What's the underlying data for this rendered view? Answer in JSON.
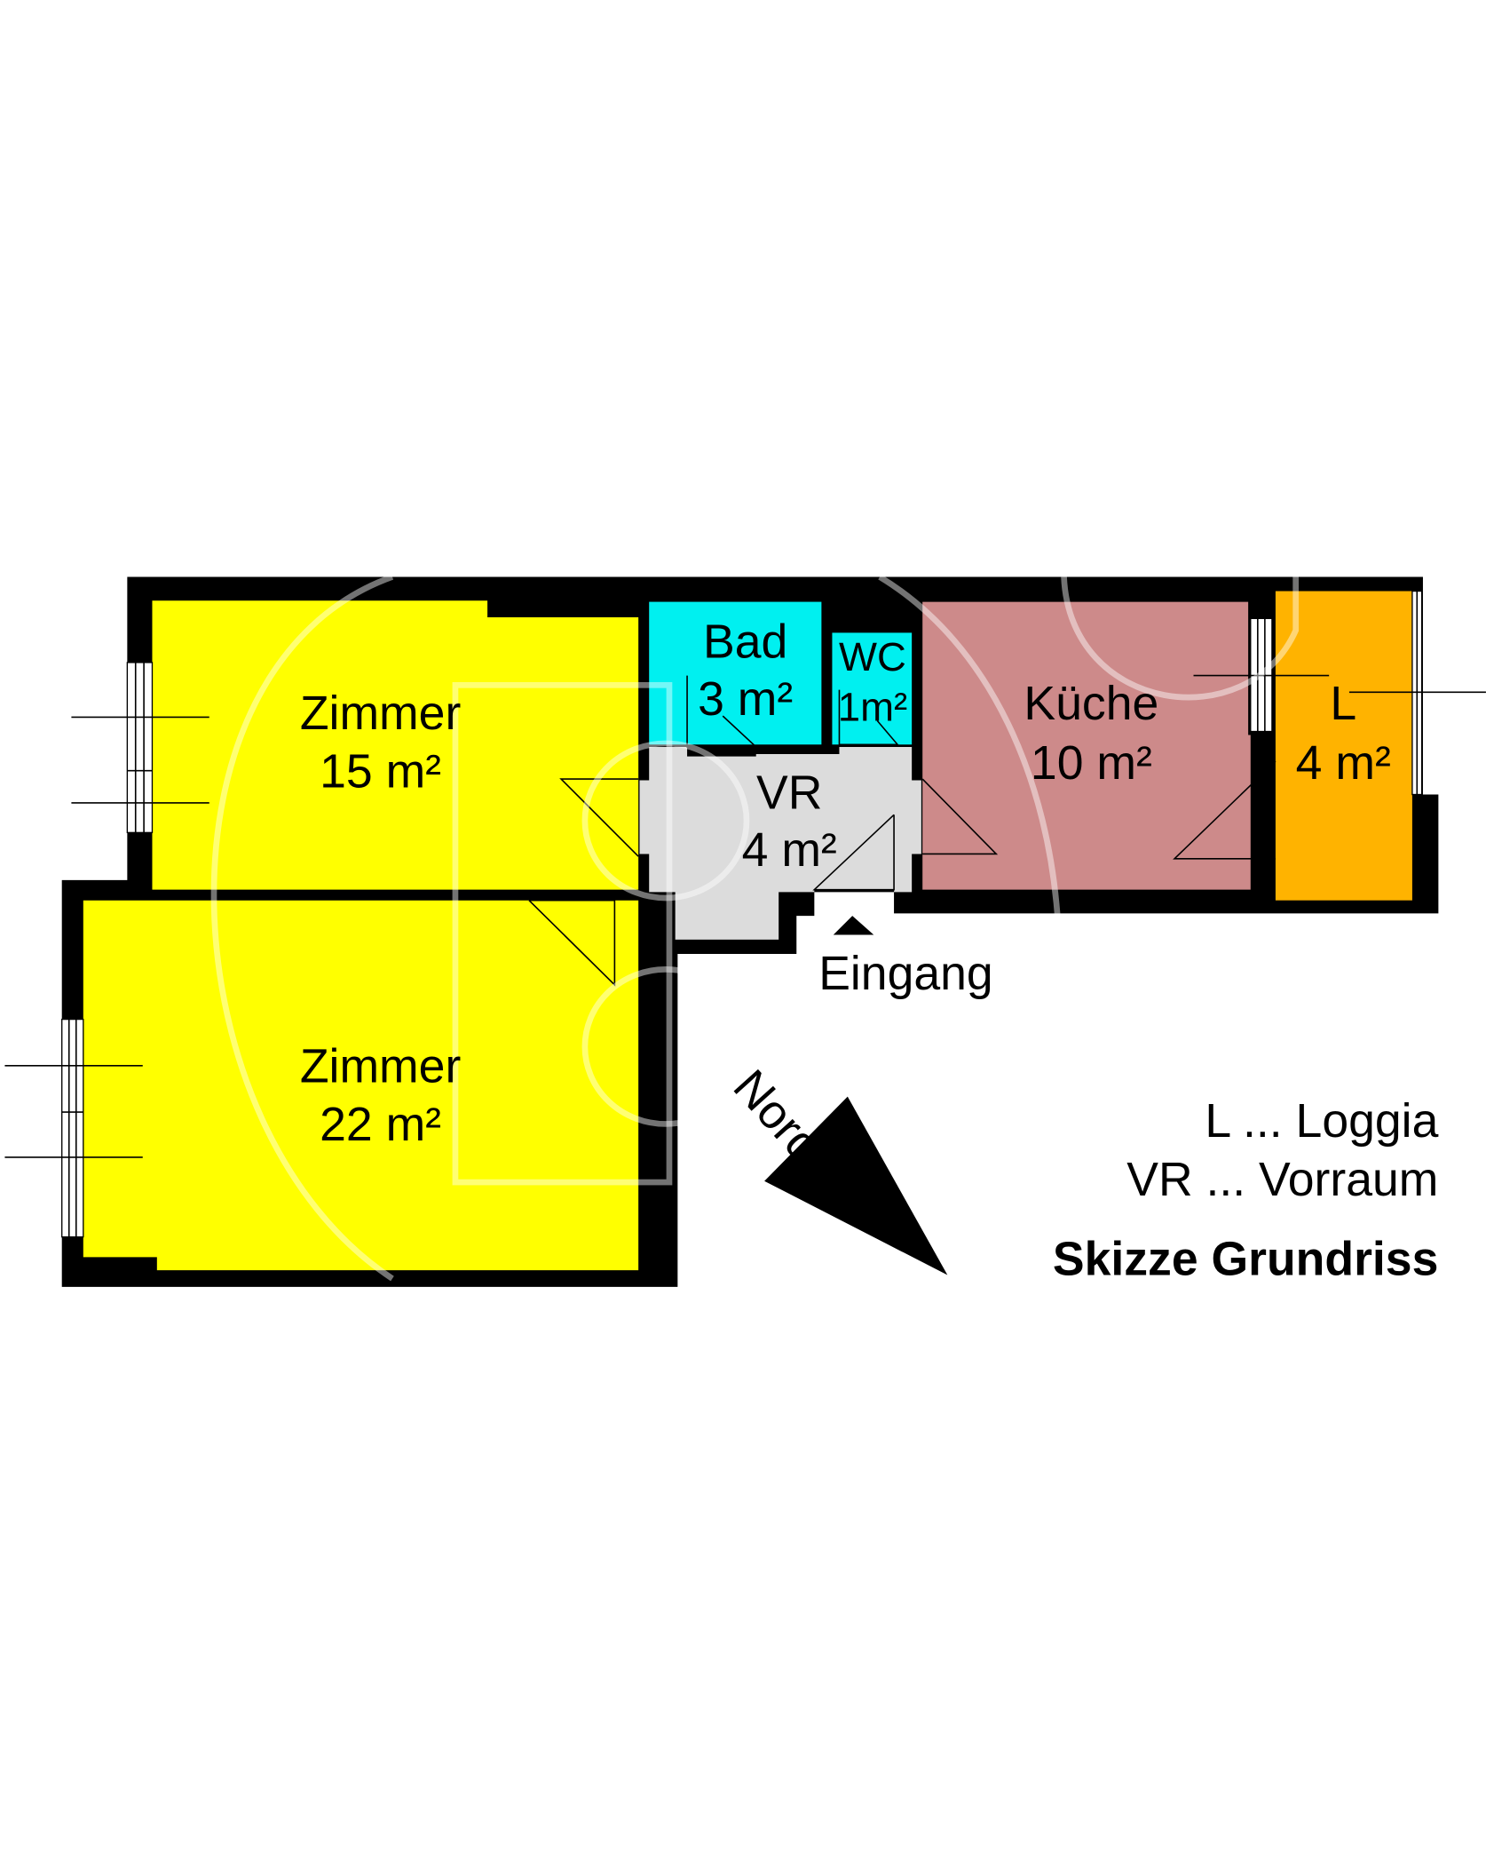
{
  "rooms": {
    "zimmer1": {
      "name": "Zimmer",
      "area": "15 m²"
    },
    "zimmer2": {
      "name": "Zimmer",
      "area": "22 m²"
    },
    "bad": {
      "name": "Bad",
      "area": "3 m²"
    },
    "wc": {
      "name": "WC",
      "area": "1m²"
    },
    "vr": {
      "name": "VR",
      "area": "4 m²"
    },
    "kueche": {
      "name": "Küche",
      "area": "10 m²"
    },
    "loggia": {
      "name": "L",
      "area": "4 m²"
    }
  },
  "entrance_label": "Eingang",
  "north_label": "Norden",
  "legend": [
    "L ... Loggia",
    "VR ... Vorraum"
  ],
  "title": "Skizze Grundriss",
  "colors": {
    "zimmer": "#ffff00",
    "bad": "#00f0f0",
    "vr": "#dcdcdc",
    "kueche": "#cd8a8a",
    "loggia": "#ffb300",
    "wall": "#000000"
  }
}
